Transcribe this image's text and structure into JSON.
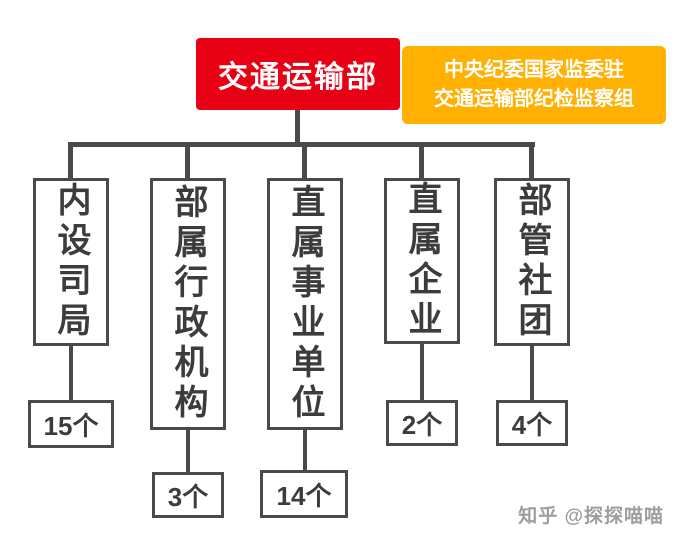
{
  "header": {
    "ministry": "交通运输部",
    "group_line1": "中央纪委国家监委驻",
    "group_line2": "交通运输部纪检监察组"
  },
  "branches": [
    {
      "label": "内设司局",
      "count": "15个"
    },
    {
      "label": "部属行政机构",
      "count": "3个"
    },
    {
      "label": "直属事业单位",
      "count": "14个"
    },
    {
      "label": "直属企业",
      "count": "2个"
    },
    {
      "label": "部管社团",
      "count": "4个"
    }
  ],
  "watermark": "知乎 @探探喵喵",
  "colors": {
    "ministry_bg": "#e80014",
    "group_bg": "#ffb000",
    "line": "#4a4a4a",
    "box_border": "#4a4a4a",
    "box_text": "#3c3c3c",
    "header_text": "#ffffff",
    "watermark_text": "#9e9e9e"
  }
}
